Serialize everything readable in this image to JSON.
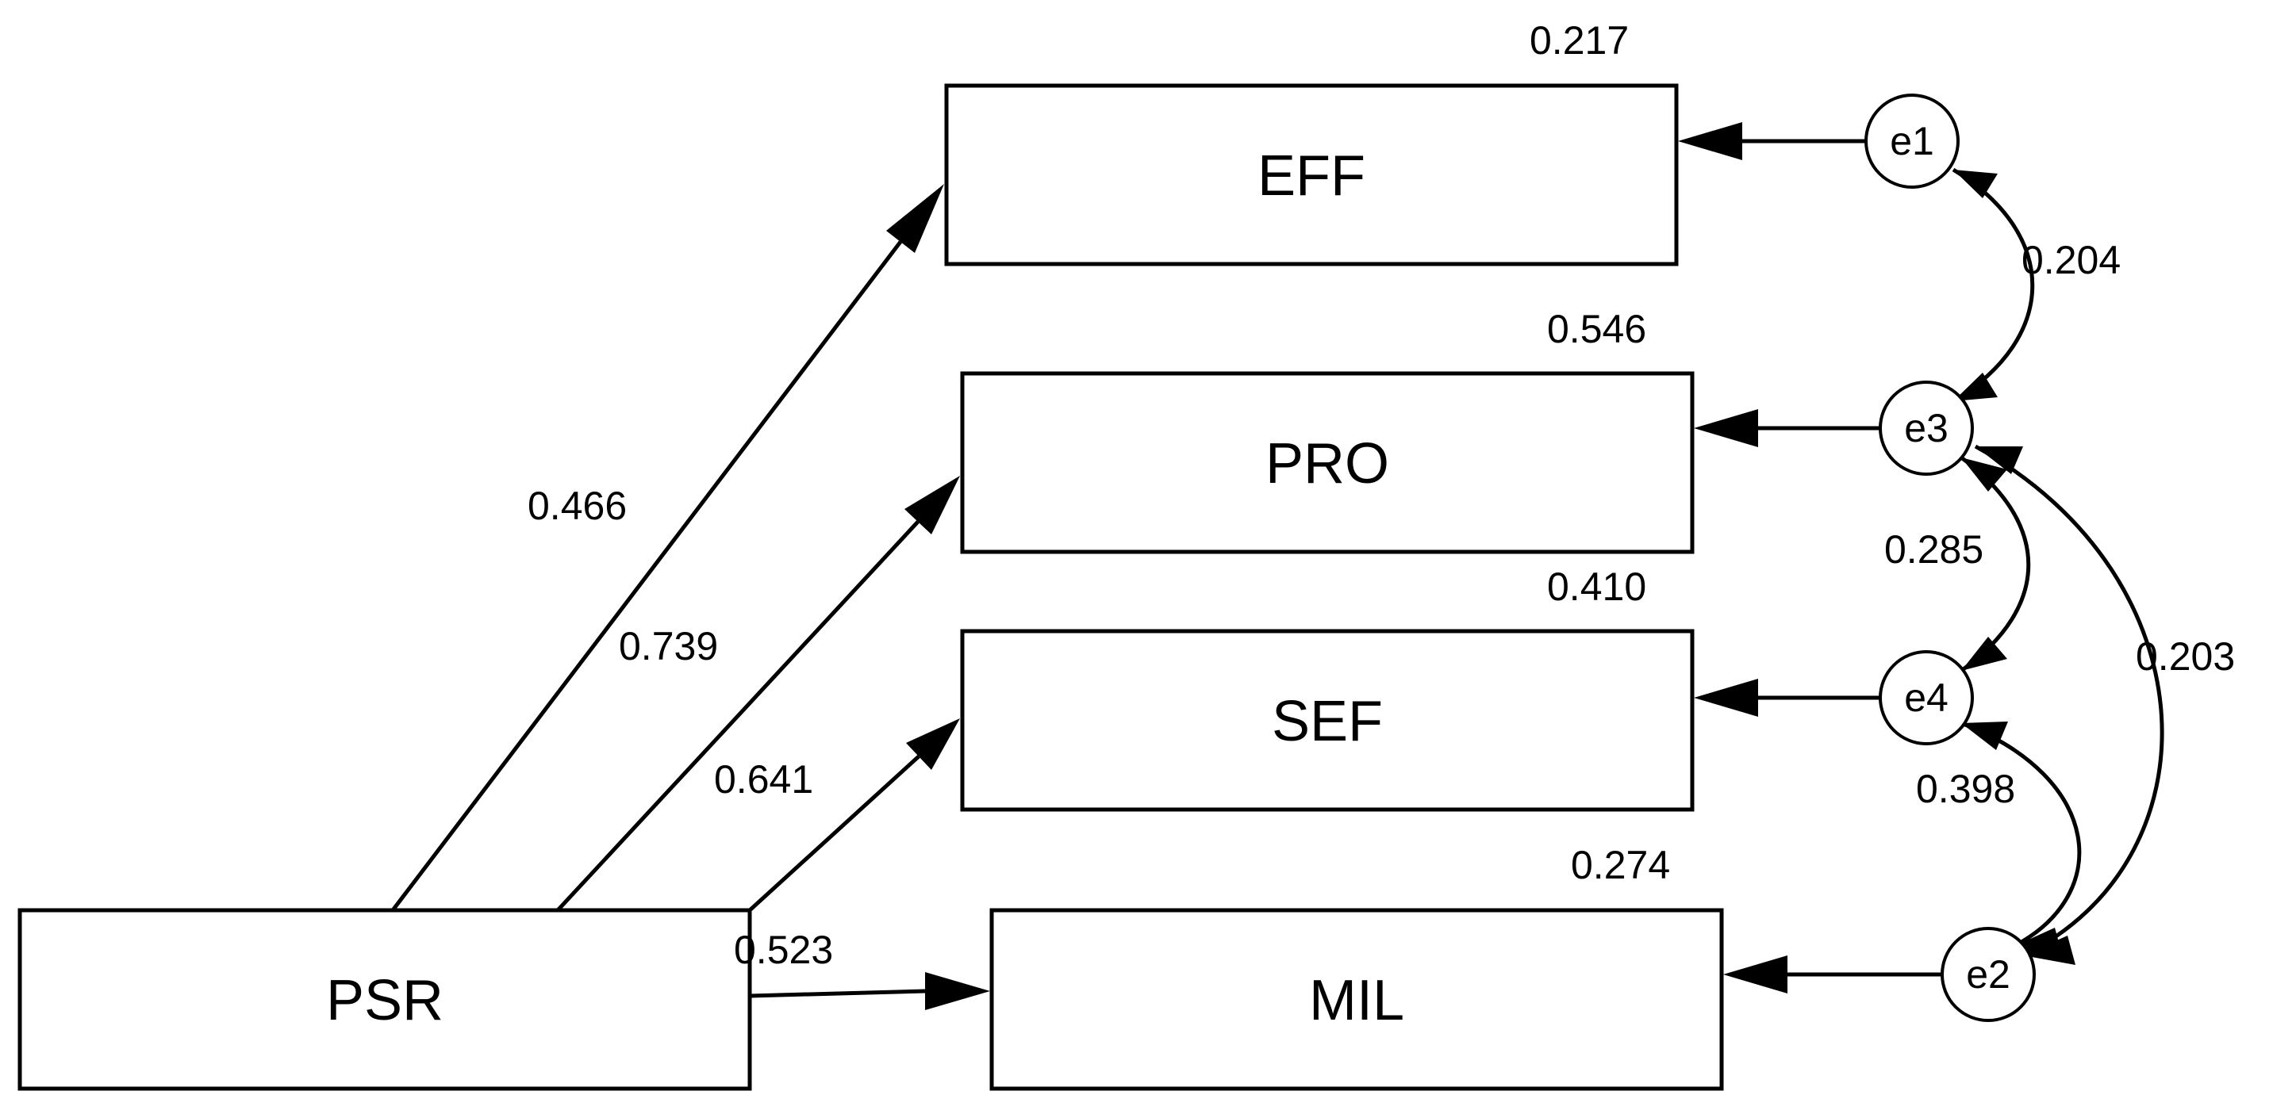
{
  "nodes": {
    "psr": "PSR",
    "eff": "EFF",
    "pro": "PRO",
    "sef": "SEF",
    "mil": "MIL"
  },
  "errors": {
    "e1": "e1",
    "e2": "e2",
    "e3": "e3",
    "e4": "e4"
  },
  "variances": {
    "eff": "0.217",
    "pro": "0.546",
    "sef": "0.410",
    "mil": "0.274"
  },
  "paths": {
    "psr_eff": "0.466",
    "psr_pro": "0.739",
    "psr_sef": "0.641",
    "psr_mil": "0.523"
  },
  "covariances": {
    "e1_e3": "0.204",
    "e3_e4": "0.285",
    "e4_e2": "0.398",
    "e3_e2": "0.203"
  }
}
